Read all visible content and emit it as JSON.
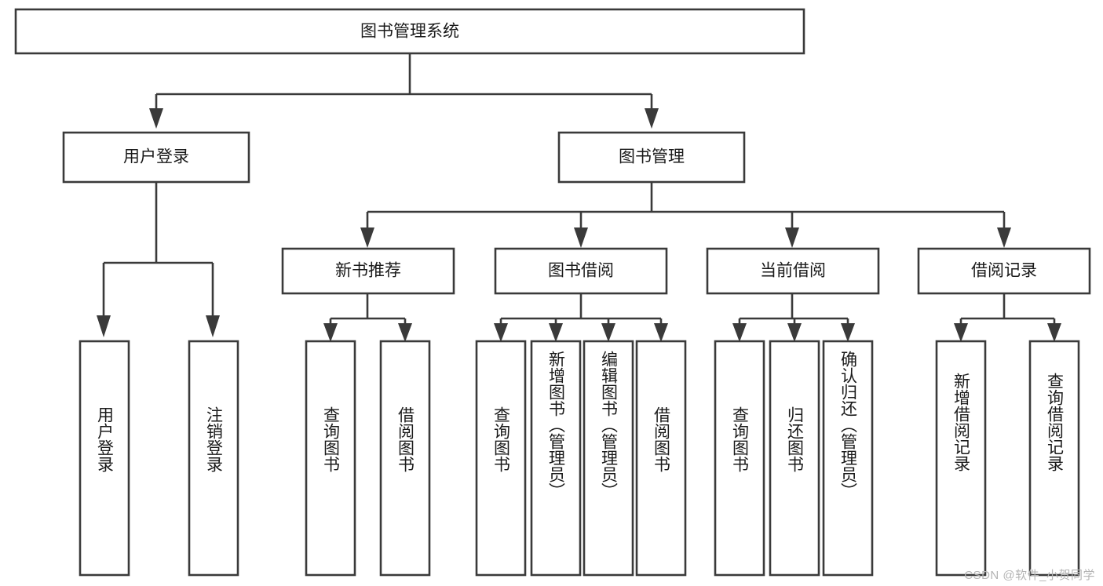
{
  "diagram": {
    "title": "图书管理系统",
    "type": "tree-hierarchy",
    "watermark": "CSDN @软件_小贺同学",
    "colors": {
      "stroke": "#3a3a3a",
      "box_fill": "#ffffff",
      "text": "#1a1a1a",
      "background": "#ffffff",
      "watermark": "#b4b4b4"
    },
    "levels": {
      "root": {
        "label": "图书管理系统"
      },
      "level2": [
        {
          "label": "用户登录"
        },
        {
          "label": "图书管理"
        }
      ],
      "level3": [
        {
          "label": "新书推荐"
        },
        {
          "label": "图书借阅"
        },
        {
          "label": "当前借阅"
        },
        {
          "label": "借阅记录"
        }
      ],
      "leaves": {
        "user_login": [
          {
            "label": "用户登录"
          },
          {
            "label": "注销登录"
          }
        ],
        "new_book_recommend": [
          {
            "label": "查询图书"
          },
          {
            "label": "借阅图书"
          }
        ],
        "book_borrow": [
          {
            "label": "查询图书"
          },
          {
            "label": "新增图书（管理员）"
          },
          {
            "label": "编辑图书（管理员）"
          },
          {
            "label": "借阅图书"
          }
        ],
        "current_borrow": [
          {
            "label": "查询图书"
          },
          {
            "label": "归还图书"
          },
          {
            "label": "确认归还（管理员）"
          }
        ],
        "borrow_record": [
          {
            "label": "新增借阅记录"
          },
          {
            "label": "查询借阅记录"
          }
        ]
      }
    }
  }
}
